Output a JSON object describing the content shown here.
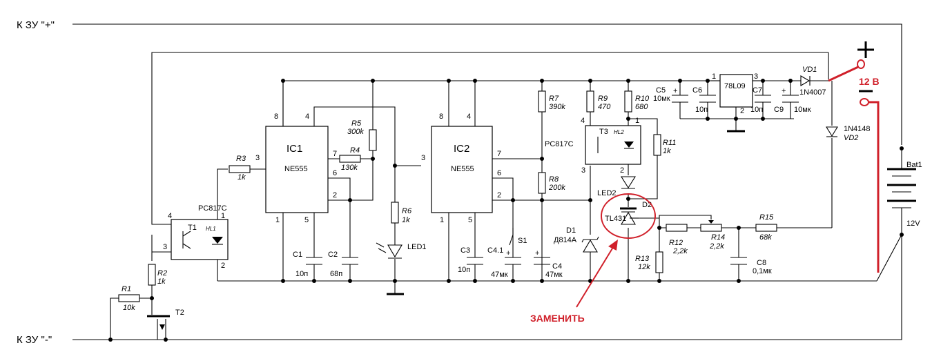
{
  "labels": {
    "zu_plus": "К ЗУ \"+\"",
    "zu_minus": "К ЗУ \"-\"",
    "ic1_name": "IC1",
    "ic1_type": "NE555",
    "ic2_name": "IC2",
    "ic2_type": "NE555",
    "pc817c_left": "PC817C",
    "pc817c_right": "PC817C",
    "t1": "T1",
    "hl1": "HL1",
    "t2": "T2",
    "t3": "T3",
    "hl2": "HL2",
    "r1": "R1",
    "r1v": "10k",
    "r2": "R2",
    "r2v": "1k",
    "r3": "R3",
    "r3v": "1k",
    "r4": "R4",
    "r4v": "130k",
    "r5": "R5",
    "r5v": "300k",
    "r6": "R6",
    "r6v": "1k",
    "r7": "R7",
    "r7v": "390k",
    "r8": "R8",
    "r8v": "200k",
    "r9": "R9",
    "r9v": "470",
    "r10": "R10",
    "r10v": "680",
    "r11": "R11",
    "r11v": "1k",
    "r12": "R12",
    "r12v": "2,2k",
    "r13": "R13",
    "r13v": "12k",
    "r14": "R14",
    "r14v": "2,2k",
    "r15": "R15",
    "r15v": "68k",
    "c1": "C1",
    "c1v": "10п",
    "c2": "C2",
    "c2v": "68п",
    "c3": "C3",
    "c3v": "10п",
    "c41": "C4.1",
    "c41v": "47мк",
    "c4": "C4",
    "c4v": "47мк",
    "c5": "C5",
    "c5v": "10мк",
    "c6": "C6",
    "c6v": "10п",
    "c7": "C7",
    "c7v": "10п",
    "c8": "C8",
    "c8v": "0,1мк",
    "c9": "C9",
    "c9v": "10мк",
    "s1": "S1",
    "led1": "LED1",
    "led2": "LED2",
    "d1": "D1",
    "d1v": "Д814А",
    "d2": "D2",
    "tl431": "TL431",
    "vr": "78L09",
    "vd1": "VD1",
    "vd1v": "1N4007",
    "vd2": "VD2",
    "vd2v": "1N4148",
    "bat": "Bat1",
    "batv": "12V",
    "plus": "+",
    "pins": {
      "ic1_8": "8",
      "ic1_4": "4",
      "ic1_3": "3",
      "ic1_7": "7",
      "ic1_6": "6",
      "ic1_2": "2",
      "ic1_1": "1",
      "ic1_5": "5",
      "ic2_8": "8",
      "ic2_4": "4",
      "ic2_3": "3",
      "ic2_7": "7",
      "ic2_6": "6",
      "ic2_2": "2",
      "ic2_1": "1",
      "ic2_5": "5",
      "opt1_4": "4",
      "opt1_1": "1",
      "opt1_3": "3",
      "opt1_2": "2",
      "opt2_4": "4",
      "opt2_1": "1",
      "opt2_3": "3",
      "opt2_2": "2",
      "vr_1": "1",
      "vr_2": "2",
      "vr_3": "3"
    }
  },
  "annotations": {
    "voltage": "12 В",
    "replace": "ЗАМЕНИТЬ",
    "color": "#d0202a"
  }
}
